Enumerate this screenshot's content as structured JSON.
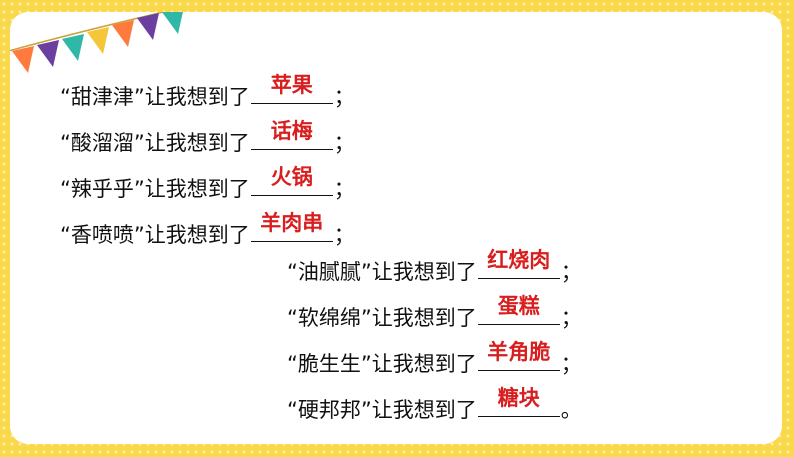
{
  "colors": {
    "background": "#f9d84a",
    "answer": "#d81e1e",
    "text": "#111111"
  },
  "bunting": [
    "#ff7a3d",
    "#6b3fa0",
    "#2fb7a8",
    "#f5c53a",
    "#ff7a3d",
    "#6b3fa0",
    "#2fb7a8"
  ],
  "phrase": "让我想到了",
  "items": [
    {
      "word": "“甜津津”",
      "answer": "苹果",
      "end": "；"
    },
    {
      "word": "“酸溜溜”",
      "answer": "话梅",
      "end": "；"
    },
    {
      "word": "“辣乎乎”",
      "answer": "火锅",
      "end": "；"
    },
    {
      "word": "“香喷喷”",
      "answer": "羊肉串",
      "end": "；"
    },
    {
      "word": "“油腻腻”",
      "answer": "红烧肉",
      "end": "；"
    },
    {
      "word": "“软绵绵”",
      "answer": "蛋糕",
      "end": "；"
    },
    {
      "word": "“脆生生”",
      "answer": "羊角脆",
      "end": "；"
    },
    {
      "word": "“硬邦邦”",
      "answer": "糖块",
      "end": "。"
    }
  ]
}
